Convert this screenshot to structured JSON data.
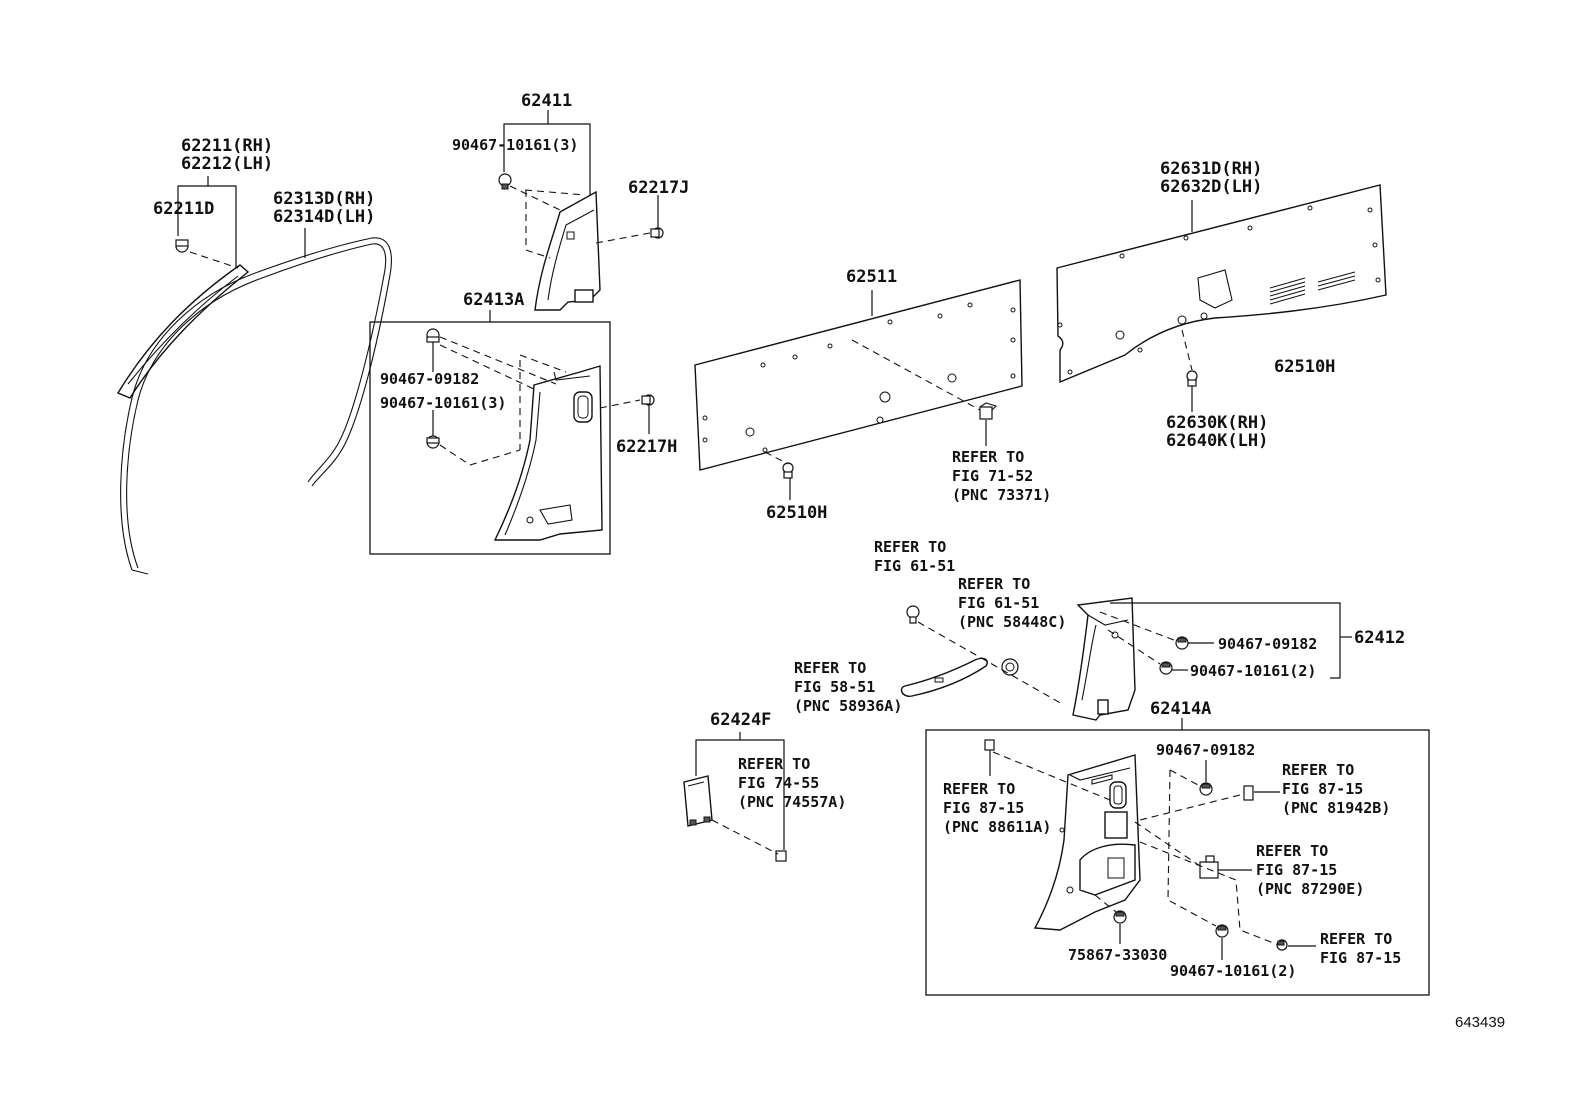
{
  "labels": {
    "l62211": "62211(RH)",
    "l62212": "62212(LH)",
    "l62211D": "62211D",
    "l62313D": "62313D(RH)",
    "l62314D": "62314D(LH)",
    "l62411": "62411",
    "l90467_10161_3a": "90467-10161(3)",
    "l62217J": "62217J",
    "l62413A": "62413A",
    "l90467_09182a": "90467-09182",
    "l90467_10161_3b": "90467-10161(3)",
    "l62217H": "62217H",
    "l62511": "62511",
    "l62510H_a": "62510H",
    "ref7152_1": "REFER TO",
    "ref7152_2": "FIG 71-52",
    "ref7152_3": "(PNC 73371)",
    "l62631D": "62631D(RH)",
    "l62632D": "62632D(LH)",
    "l62510H_b": "62510H",
    "l62630K": "62630K(RH)",
    "l62640K": "62640K(LH)",
    "ref6151a_1": "REFER TO",
    "ref6151a_2": "FIG 61-51",
    "ref6151b_1": "REFER TO",
    "ref6151b_2": "FIG 61-51",
    "ref6151b_3": "(PNC 58448C)",
    "ref5851_1": "REFER TO",
    "ref5851_2": "FIG 58-51",
    "ref5851_3": "(PNC 58936A)",
    "l90467_09182b": "90467-09182",
    "l90467_10161_2a": "90467-10161(2)",
    "l62412": "62412",
    "l62414A": "62414A",
    "l62424F": "62424F",
    "ref7455_1": "REFER TO",
    "ref7455_2": "FIG 74-55",
    "ref7455_3": "(PNC 74557A)",
    "l90467_09182c": "90467-09182",
    "ref8715a_1": "REFER TO",
    "ref8715a_2": "FIG 87-15",
    "ref8715a_3": "(PNC 88611A)",
    "ref8715b_1": "REFER TO",
    "ref8715b_2": "FIG 87-15",
    "ref8715b_3": "(PNC 81942B)",
    "ref8715c_1": "REFER TO",
    "ref8715c_2": "FIG 87-15",
    "ref8715c_3": "(PNC 87290E)",
    "l75867": "75867-33030",
    "l90467_10161_2b": "90467-10161(2)",
    "ref8715d_1": "REFER TO",
    "ref8715d_2": "FIG 87-15",
    "fig_number": "643439"
  }
}
